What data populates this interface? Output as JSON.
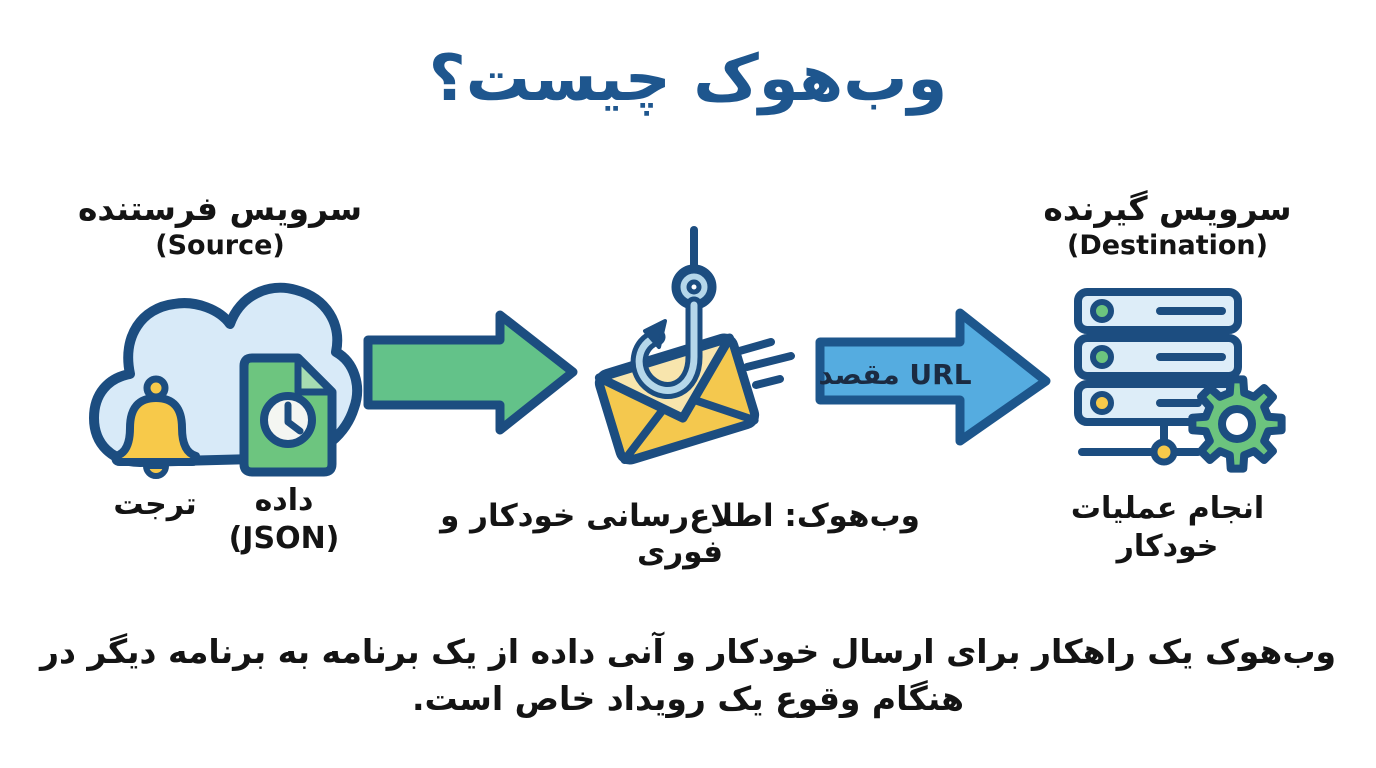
{
  "title": "وب‌هوک چیست؟",
  "source": {
    "heading_fa": "سرویس فرستنده",
    "heading_en": "(Source)",
    "trigger_label": "ترجت",
    "data_label_fa": "داده",
    "data_label_en": "(JSON)"
  },
  "webhook": {
    "caption": "وب‌هوک: اطلاع‌رسانی خودکار و فوری"
  },
  "url_arrow": {
    "label": "URL مقصد"
  },
  "destination": {
    "heading_fa": "سرویس گیرنده",
    "heading_en": "(Destination)",
    "action_label": "انجام عملیات خودکار"
  },
  "footer": {
    "line1": "وب‌هوک یک راهکار برای ارسال خودکار و آنی داده از یک برنامه به برنامه دیگر در",
    "line2": "هنگام وقوع یک رویداد خاص است."
  },
  "icons": {
    "source_icon": "cloud-bell-document-icon",
    "flow_arrow_icon": "green-arrow-right-icon",
    "webhook_icon": "hook-envelope-icon",
    "url_arrow_icon": "blue-arrow-right-icon",
    "destination_icon": "server-gear-icon"
  },
  "colors": {
    "title_blue": "#1e568e",
    "outline_navy": "#1c4d80",
    "cloud_fill": "#d8eaf8",
    "server_fill": "#ddedf8",
    "bell_yellow": "#f7c94a",
    "envelope_yellow": "#f4c84e",
    "envelope_flap": "#f8e5ad",
    "doc_green": "#6dc57f",
    "doc_fold_green": "#a6dcb2",
    "gear_green": "#6cc47e",
    "arrow_green": "#63c289",
    "arrow_blue": "#55ace0",
    "hook_blue": "#b5d7ea",
    "text_black": "#141414"
  }
}
